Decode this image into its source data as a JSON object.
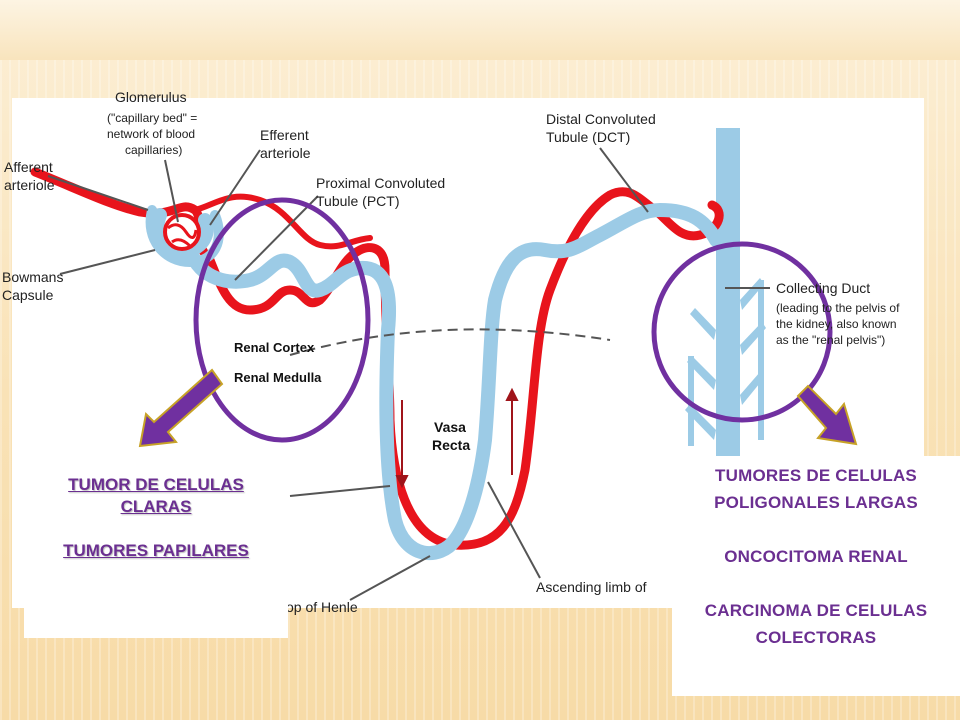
{
  "diagram": {
    "labels": {
      "glomerulus": "Glomerulus",
      "glomerulus_note_1": "(\"capillary bed\" =",
      "glomerulus_note_2": "network of blood",
      "glomerulus_note_3": "capillaries)",
      "efferent_1": "Efferent",
      "efferent_2": "arteriole",
      "afferent_1": "Afferent",
      "afferent_2": "arteriole",
      "pct_1": "Proximal Convoluted",
      "pct_2": "Tubule (PCT)",
      "bowmans_1": "Bowmans",
      "bowmans_2": "Capsule",
      "renal_cortex": "Renal Cortex",
      "renal_medulla": "Renal Medulla",
      "dct_1": "Distal Convoluted",
      "dct_2": "Tubule (DCT)",
      "collecting_duct": "Collecting Duct",
      "collecting_note_1": "(leading to the pelvis of",
      "collecting_note_2": "the kidney, also known",
      "collecting_note_3": "as the \"renal pelvis\")",
      "vasa_1": "Vasa",
      "vasa_2": "Recta",
      "ascending_limb": "Ascending limb of",
      "loop_henle": "op of Henle"
    },
    "colors": {
      "tubule": "#9ccbe6",
      "vessel": "#e8141c",
      "highlight_circle": "#7030a0",
      "arrow": "#7030a0"
    }
  },
  "left_box": {
    "line1": "TUMOR DE CELULAS",
    "line2": "CLARAS",
    "line3": "TUMORES PAPILARES"
  },
  "right_box": {
    "line1": "TUMORES DE CELULAS",
    "line2": "POLIGONALES LARGAS",
    "line3": "ONCOCITOMA RENAL",
    "line4": "CARCINOMA DE CELULAS",
    "line5": "COLECTORAS"
  }
}
